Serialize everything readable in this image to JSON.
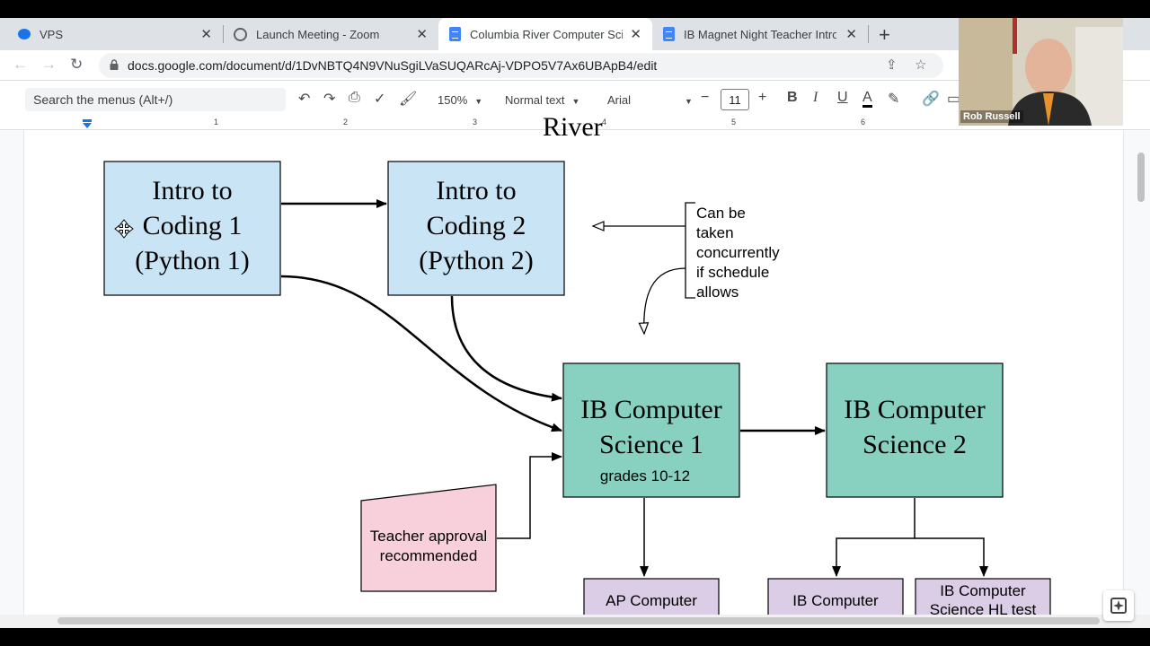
{
  "browser": {
    "tabs": [
      {
        "label": "VPS",
        "icon": "vps-cloud-icon"
      },
      {
        "label": "Launch Meeting - Zoom",
        "icon": "globe-icon"
      },
      {
        "label": "Columbia River Computer Scienc",
        "icon": "docs-icon",
        "active": true
      },
      {
        "label": "IB Magnet Night Teacher Intro Sc",
        "icon": "docs-icon"
      }
    ],
    "close_glyph": "✕",
    "new_tab_glyph": "+",
    "url": "docs.google.com/document/d/1DvNBTQ4N9VNuSgiLVaSUQARcAj-VDPO5V7Ax6UBApB4/edit"
  },
  "docs_toolbar": {
    "menu_search_placeholder": "Search the menus (Alt+/)",
    "zoom": "150%",
    "style": "Normal text",
    "font": "Arial",
    "font_size": "11",
    "bold": "B",
    "italic": "I",
    "underline": "U",
    "text_color": "A",
    "minus": "−",
    "plus": "+"
  },
  "ruler": {
    "numbers": [
      "1",
      "2",
      "3",
      "4",
      "5",
      "6"
    ]
  },
  "document": {
    "title_fragment": "River",
    "diagram": {
      "intro1": [
        "Intro to",
        "Coding 1",
        "(Python 1)"
      ],
      "intro2": [
        "Intro to",
        "Coding 2",
        "(Python 2)"
      ],
      "note": [
        "Can be",
        "taken",
        "concurrently",
        "if schedule",
        "allows"
      ],
      "ibcs1": [
        "IB Computer",
        "Science 1"
      ],
      "ibcs1_grades": "grades 10-12",
      "ibcs2": [
        "IB Computer",
        "Science 2"
      ],
      "teacher": [
        "Teacher approval",
        "recommended"
      ],
      "ap": "AP Computer",
      "ibcs_sl": "IB Computer",
      "ibcs_hl": [
        "IB Computer",
        "Science HL test"
      ]
    },
    "colors": {
      "intro": "#c9e4f5",
      "ib": "#88d1c0",
      "teacher": "#f8d0dc",
      "exam": "#dccde6"
    }
  },
  "video": {
    "participant_name": "Rob Russell"
  }
}
